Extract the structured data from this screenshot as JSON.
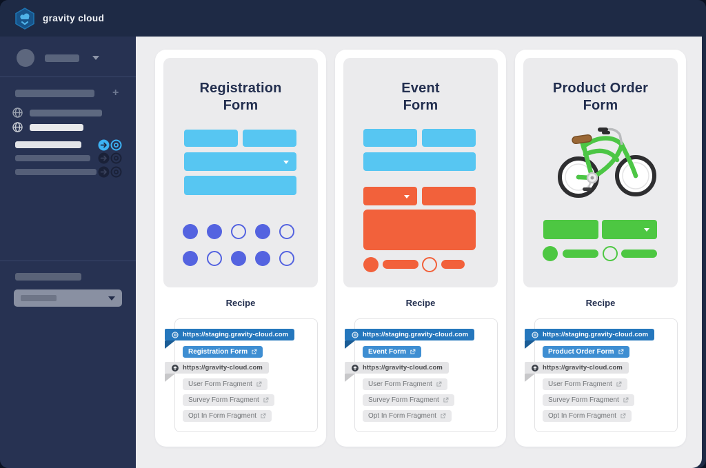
{
  "palette": {
    "topbar_navy": "#1e2a45",
    "sidebar_navy": "#273252",
    "main_bg": "#ededef",
    "card_bg": "#ffffff",
    "panel_bg": "#ebebed",
    "heading_navy": "#232f4f",
    "sky_blue": "#57c6f2",
    "indigo": "#5463e0",
    "orange": "#f2613b",
    "green": "#4dc742",
    "ribbon_blue": "#2577bd",
    "ribbon_blue_fold": "#1b5d96",
    "chip_blue": "#3e8ed2",
    "ribbon_gray": "#e4e4e6",
    "chip_gray": "#e9e9eb",
    "accent_light_blue": "#3cb2f4"
  },
  "topbar": {
    "brand": "gravity cloud",
    "logo_icon": "cloud-hexagon-logo"
  },
  "sidebar": {
    "add_glyph": "+",
    "icons": [
      "avatar",
      "caret-down-icon",
      "plus-icon",
      "globe-icon",
      "globe-icon",
      "arrow-right-circle-icon",
      "target-icon",
      "dropdown-caret-icon"
    ]
  },
  "cards": [
    {
      "title_line1": "Registration",
      "title_line2": "Form",
      "recipe": {
        "heading": "Recipe",
        "staging_url": "https://staging.gravity-cloud.com",
        "form_link": "Registration Form",
        "production_url": "https://gravity-cloud.com",
        "fragments": [
          "User Form Fragment",
          "Survey Form Fragment",
          "Opt In  Form Fragment"
        ]
      }
    },
    {
      "title_line1": "Event",
      "title_line2": "Form",
      "recipe": {
        "heading": "Recipe",
        "staging_url": "https://staging.gravity-cloud.com",
        "form_link": "Event Form",
        "production_url": "https://gravity-cloud.com",
        "fragments": [
          "User Form Fragment",
          "Survey Form Fragment",
          "Opt In  Form Fragment"
        ]
      }
    },
    {
      "title_line1": "Product Order",
      "title_line2": "Form",
      "recipe": {
        "heading": "Recipe",
        "staging_url": "https://staging.gravity-cloud.com",
        "form_link": "Product Order Form",
        "production_url": "https://gravity-cloud.com",
        "fragments": [
          "User Form Fragment",
          "Survey Form Fragment",
          "Opt In  Form Fragment"
        ]
      }
    }
  ]
}
